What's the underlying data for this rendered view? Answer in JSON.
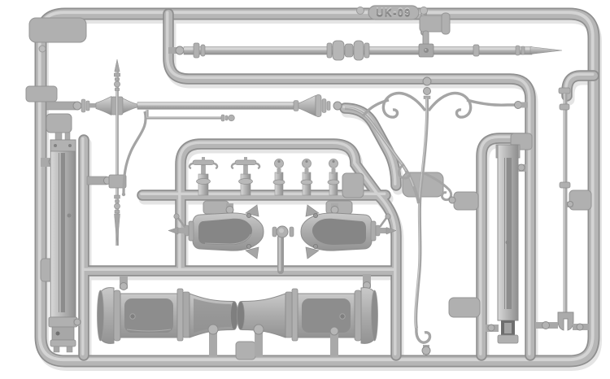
{
  "photo": {
    "subject": "injection-molded plastic model sprue",
    "background_color": "#ffffff",
    "sprue": {
      "label": "UK-09",
      "plastic_base_color": "#b3b3b3",
      "plastic_highlight_color": "#d6d6d6",
      "plastic_shadow_color": "#8e8e8e",
      "recess_color": "#868686",
      "emboss_text_color": "#8f8f8f",
      "parts": [
        {
          "id": "runner-frame",
          "label": "rounded rectangular runner frame with internal runners",
          "qty": 1
        },
        {
          "id": "upper-column-rod",
          "label": "lamp-post upper column rod with moldings and spear tip",
          "qty": 1
        },
        {
          "id": "lamp-arm",
          "label": "lamp arm with trumpet flares and cross junction",
          "qty": 1
        },
        {
          "id": "finial-rod",
          "label": "vertical finial rod with spear points and clamp",
          "qty": 1
        },
        {
          "id": "knob-rod",
          "label": "thin support rod with end knob",
          "qty": 1
        },
        {
          "id": "scroll-bracket",
          "label": "ornate scroll wall bracket with long hooked stem",
          "qty": 1
        },
        {
          "id": "tap-handle",
          "label": "tap handle with curled grips",
          "qty": 2
        },
        {
          "id": "valve-knob",
          "label": "small round-head valve knob",
          "qty": 3
        },
        {
          "id": "pump-body-half",
          "label": "water pump body half shell with spout and lever",
          "qty": 2
        },
        {
          "id": "column-base-half",
          "label": "flared column base half shell",
          "qty": 2
        },
        {
          "id": "channel-post-half",
          "label": "square channel post half",
          "qty": 2
        },
        {
          "id": "clevis-rod",
          "label": "thin rod with clevis fork and collars",
          "qty": 1
        }
      ]
    }
  }
}
